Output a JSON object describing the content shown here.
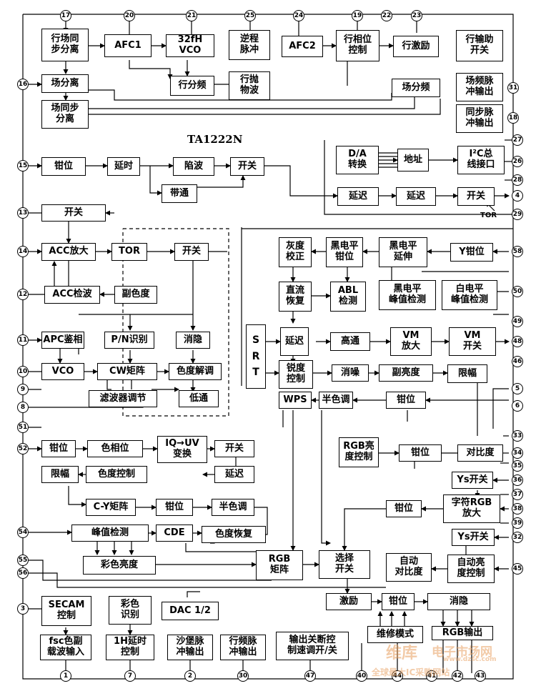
{
  "chip_label": "TA1222N",
  "tor_label": "TOR",
  "srt_letters": [
    "S",
    "R",
    "T"
  ],
  "watermark": {
    "brand": "维库",
    "site": "电子市场网",
    "url": "www.dzsc.com",
    "slogan": "全球最大IC采购网站"
  },
  "blocks": [
    {
      "id": "hcsync",
      "label": "行场同\n步分离"
    },
    {
      "id": "afc1",
      "label": "AFC1"
    },
    {
      "id": "vco32",
      "label": "32fH VCO"
    },
    {
      "id": "nicheng",
      "label": "逆程\n脉冲"
    },
    {
      "id": "afc2",
      "label": "AFC2"
    },
    {
      "id": "hphase",
      "label": "行相位\n控制"
    },
    {
      "id": "hdrive",
      "label": "行激励"
    },
    {
      "id": "haux",
      "label": "行输助\n开关"
    },
    {
      "id": "vsep",
      "label": "场分离"
    },
    {
      "id": "hdiv",
      "label": "行分频"
    },
    {
      "id": "hpara",
      "label": "行抛\n物波"
    },
    {
      "id": "vdiv",
      "label": "场分频"
    },
    {
      "id": "vfpulse",
      "label": "场频脉\n冲输出"
    },
    {
      "id": "vsync",
      "label": "场同步\n分离"
    },
    {
      "id": "syncout",
      "label": "同步脉\n冲输出"
    },
    {
      "id": "da",
      "label": "D/A\n转换"
    },
    {
      "id": "addr",
      "label": "地址"
    },
    {
      "id": "i2c",
      "label": "I²C总\n线接口"
    },
    {
      "id": "clamp15",
      "label": "钳位"
    },
    {
      "id": "delay1",
      "label": "延时"
    },
    {
      "id": "trap",
      "label": "陷波"
    },
    {
      "id": "sw1",
      "label": "开关"
    },
    {
      "id": "bandpass",
      "label": "带通"
    },
    {
      "id": "ydelay1",
      "label": "延迟"
    },
    {
      "id": "ydelay2",
      "label": "延迟"
    },
    {
      "id": "sw4",
      "label": "开关"
    },
    {
      "id": "sw13",
      "label": "开关"
    },
    {
      "id": "accamp",
      "label": "ACC放大"
    },
    {
      "id": "tor2",
      "label": "TOR"
    },
    {
      "id": "sw2",
      "label": "开关"
    },
    {
      "id": "gamma",
      "label": "灰度\n校正"
    },
    {
      "id": "blkclamp",
      "label": "黑电平\n钳位"
    },
    {
      "id": "blkstretch",
      "label": "黑电平\n延伸"
    },
    {
      "id": "yclamp",
      "label": "Y钳位"
    },
    {
      "id": "accdet",
      "label": "ACC检波"
    },
    {
      "id": "subcol",
      "label": "副色度"
    },
    {
      "id": "dcrest",
      "label": "直流\n恢复"
    },
    {
      "id": "abl",
      "label": "ABL\n检测"
    },
    {
      "id": "blkpeak",
      "label": "黑电平\n峰值检测"
    },
    {
      "id": "whtpeak",
      "label": "白电平\n峰值检测"
    },
    {
      "id": "apc",
      "label": "APC鉴相"
    },
    {
      "id": "pn",
      "label": "P/N识别"
    },
    {
      "id": "kill",
      "label": "消隐"
    },
    {
      "id": "ydelay3",
      "label": "延迟"
    },
    {
      "id": "highpass",
      "label": "高通"
    },
    {
      "id": "vmamp",
      "label": "VM\n放大"
    },
    {
      "id": "vmsw",
      "label": "VM\n开关"
    },
    {
      "id": "vco",
      "label": "VCO"
    },
    {
      "id": "cw",
      "label": "CW矩阵"
    },
    {
      "id": "demod",
      "label": "色度解调"
    },
    {
      "id": "sharp",
      "label": "锐度\n控制"
    },
    {
      "id": "denoise",
      "label": "消噪"
    },
    {
      "id": "subbright",
      "label": "副亮度"
    },
    {
      "id": "limit",
      "label": "限幅"
    },
    {
      "id": "filt",
      "label": "滤波器调节"
    },
    {
      "id": "lowpass",
      "label": "低通"
    },
    {
      "id": "wps",
      "label": "WPS"
    },
    {
      "id": "halftone1",
      "label": "半色调"
    },
    {
      "id": "clamp2",
      "label": "钳位"
    },
    {
      "id": "clamp51",
      "label": "钳位"
    },
    {
      "id": "hue",
      "label": "色相位"
    },
    {
      "id": "iquv",
      "label": "IQ→UV\n变换"
    },
    {
      "id": "sw3",
      "label": "开关"
    },
    {
      "id": "rgbbright",
      "label": "RGB亮\n度控制"
    },
    {
      "id": "rgbclamp",
      "label": "钳位"
    },
    {
      "id": "contrast",
      "label": "对比度"
    },
    {
      "id": "limit2",
      "label": "限幅"
    },
    {
      "id": "chromactl",
      "label": "色度控制"
    },
    {
      "id": "ydelay4",
      "label": "延迟"
    },
    {
      "id": "ysw1",
      "label": "Ys开关"
    },
    {
      "id": "cymatrix",
      "label": "C-Y矩阵"
    },
    {
      "id": "clamp3",
      "label": "钳位"
    },
    {
      "id": "halftone2",
      "label": "半色调"
    },
    {
      "id": "clamp4",
      "label": "钳位"
    },
    {
      "id": "osdamp",
      "label": "字符RGB\n放大"
    },
    {
      "id": "peakdet",
      "label": "峰值检测"
    },
    {
      "id": "cde",
      "label": "CDE"
    },
    {
      "id": "chromarest",
      "label": "色度恢复"
    },
    {
      "id": "ysw2",
      "label": "Ys开关"
    },
    {
      "id": "colorbright",
      "label": "彩色亮度"
    },
    {
      "id": "rgbmatrix",
      "label": "RGB\n矩阵"
    },
    {
      "id": "select",
      "label": "选择\n开关"
    },
    {
      "id": "autocont",
      "label": "自动\n对比度"
    },
    {
      "id": "autobright",
      "label": "自动亮\n度控制"
    },
    {
      "id": "secam",
      "label": "SECAM\n控制"
    },
    {
      "id": "colorid",
      "label": "彩色\n识别"
    },
    {
      "id": "dac",
      "label": "DAC 1/2"
    },
    {
      "id": "excite",
      "label": "激励"
    },
    {
      "id": "clamp5",
      "label": "钳位"
    },
    {
      "id": "blank",
      "label": "消隐"
    },
    {
      "id": "service",
      "label": "维修模式"
    },
    {
      "id": "rgbout",
      "label": "RGB输出"
    },
    {
      "id": "fsc",
      "label": "fsc色副\n载波输入"
    },
    {
      "id": "h1delay",
      "label": "1H延时\n控制"
    },
    {
      "id": "sandcastle",
      "label": "沙堡脉\n冲输出"
    },
    {
      "id": "hfpulse",
      "label": "行频脉\n冲输出"
    },
    {
      "id": "outoff",
      "label": "输出关断控\n制速调开/关"
    }
  ],
  "pins": [
    {
      "id": "p17",
      "label": "17"
    },
    {
      "id": "p20",
      "label": "20"
    },
    {
      "id": "p21",
      "label": "21"
    },
    {
      "id": "p25",
      "label": "25"
    },
    {
      "id": "p24",
      "label": "24"
    },
    {
      "id": "p19",
      "label": "19"
    },
    {
      "id": "p22",
      "label": "22"
    },
    {
      "id": "p23",
      "label": "23"
    },
    {
      "id": "p16",
      "label": "16"
    },
    {
      "id": "p31",
      "label": "31"
    },
    {
      "id": "p18",
      "label": "18"
    },
    {
      "id": "p27",
      "label": "27"
    },
    {
      "id": "p26",
      "label": "26"
    },
    {
      "id": "p28",
      "label": "28"
    },
    {
      "id": "p15",
      "label": "15"
    },
    {
      "id": "p4",
      "label": "4"
    },
    {
      "id": "p29",
      "label": "29"
    },
    {
      "id": "p13",
      "label": "13"
    },
    {
      "id": "p14",
      "label": "14"
    },
    {
      "id": "p58",
      "label": "58"
    },
    {
      "id": "p12",
      "label": "12"
    },
    {
      "id": "p50",
      "label": "50"
    },
    {
      "id": "p49",
      "label": "49"
    },
    {
      "id": "p11",
      "label": "11"
    },
    {
      "id": "p48",
      "label": "48"
    },
    {
      "id": "p46",
      "label": "46"
    },
    {
      "id": "p10",
      "label": "10"
    },
    {
      "id": "p9",
      "label": "9"
    },
    {
      "id": "p5",
      "label": "5"
    },
    {
      "id": "p6",
      "label": "6"
    },
    {
      "id": "p8",
      "label": "8"
    },
    {
      "id": "p51",
      "label": "51"
    },
    {
      "id": "p52",
      "label": "52"
    },
    {
      "id": "p33",
      "label": "33"
    },
    {
      "id": "p34",
      "label": "34"
    },
    {
      "id": "p35",
      "label": "35"
    },
    {
      "id": "p36",
      "label": "36"
    },
    {
      "id": "p37",
      "label": "37"
    },
    {
      "id": "p38",
      "label": "38"
    },
    {
      "id": "p39",
      "label": "39"
    },
    {
      "id": "p32",
      "label": "32"
    },
    {
      "id": "p54",
      "label": "54"
    },
    {
      "id": "p55",
      "label": "55"
    },
    {
      "id": "p56",
      "label": "56"
    },
    {
      "id": "p45",
      "label": "45"
    },
    {
      "id": "p3",
      "label": "3"
    },
    {
      "id": "p1",
      "label": "1"
    },
    {
      "id": "p7",
      "label": "7"
    },
    {
      "id": "p2",
      "label": "2"
    },
    {
      "id": "p30",
      "label": "30"
    },
    {
      "id": "p47",
      "label": "47"
    },
    {
      "id": "p40",
      "label": "40"
    },
    {
      "id": "p44",
      "label": "44"
    },
    {
      "id": "p41",
      "label": "41"
    },
    {
      "id": "p42",
      "label": "42"
    },
    {
      "id": "p43",
      "label": "43"
    }
  ]
}
